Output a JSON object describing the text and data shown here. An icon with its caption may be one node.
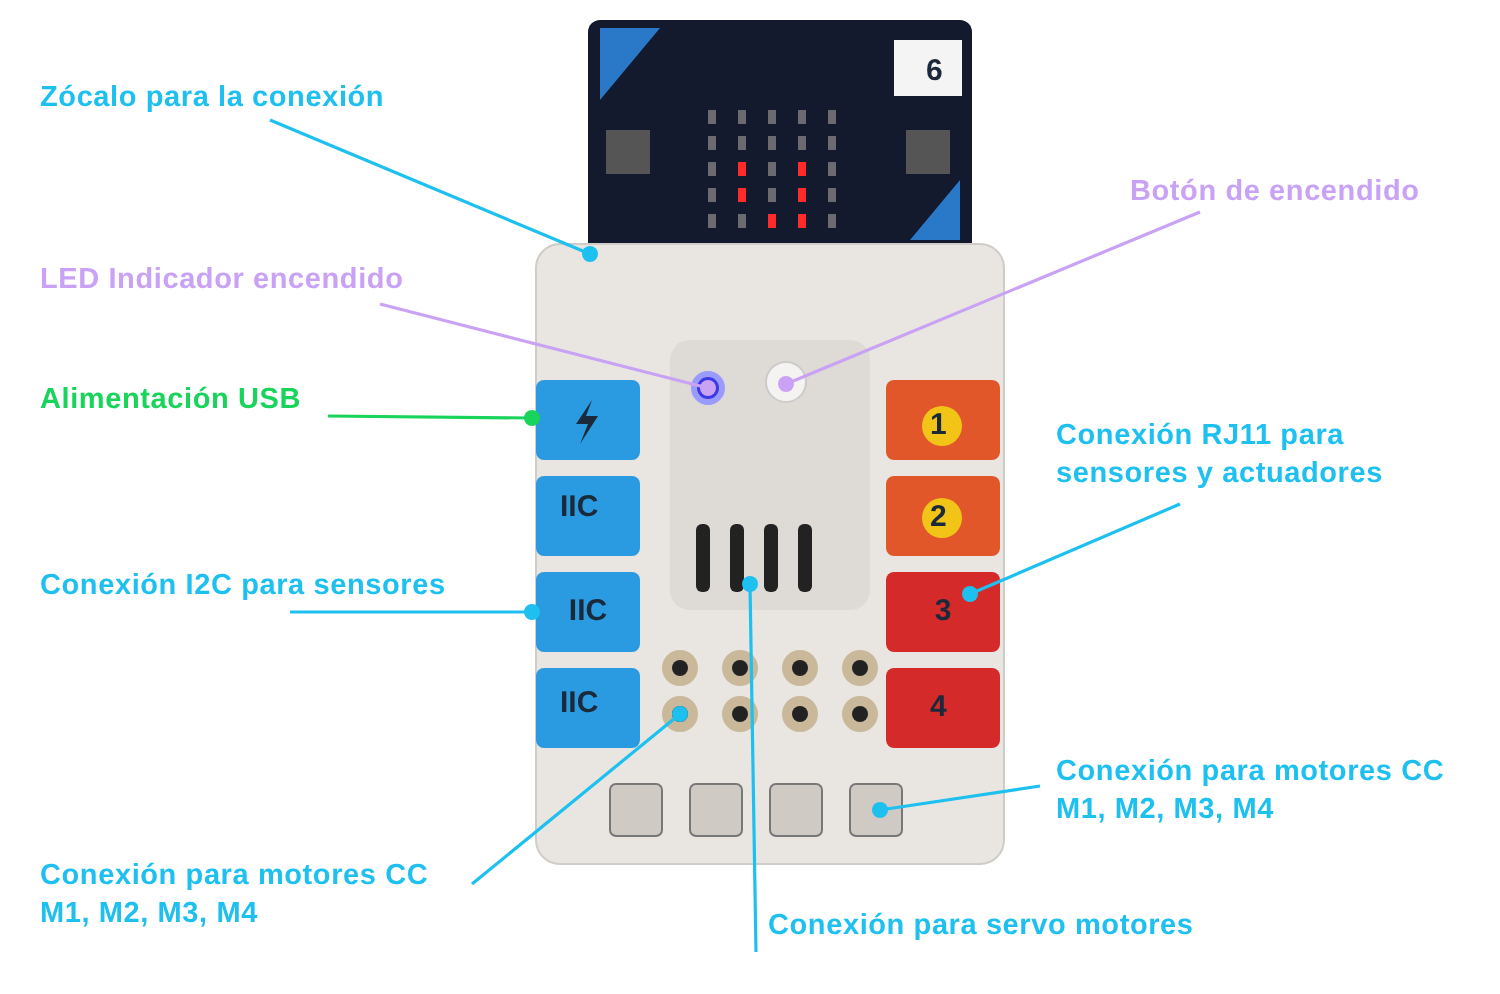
{
  "diagram": {
    "nodes": [
      {
        "text": [
          "Zócalo para la conexión"
        ]
      },
      {
        "text": [
          "Botón de encendido"
        ]
      },
      {
        "text": [
          "LED Indicador encendido"
        ]
      },
      {
        "text": [
          "Alimentación USB"
        ]
      },
      {
        "text": [
          "Conexión RJ11 para sensores y actuadores"
        ]
      },
      {
        "text": [
          "Conexión I2C para sensores"
        ]
      },
      {
        "text": [
          "Conexión para motores CC M1, M2, M3, M4"
        ]
      },
      {
        "text": [
          "Conexión para motores CC M1, M2, M3, M4"
        ]
      },
      {
        "text": [
          "Conexión para servo motores"
        ]
      },
      {
        "text": [
          "3"
        ]
      },
      {
        "text": [
          "IIC"
        ]
      },
      {
        "text": [],
        "shape": "circle"
      }
    ],
    "edges": [
      {
        "from": 0,
        "to": null,
        "arrow": "other"
      },
      {
        "from": 1,
        "to": null,
        "arrow": "other",
        "color": "#c9a2f5"
      },
      {
        "from": 2,
        "to": null,
        "arrow": "other",
        "color": "#c9a2f5"
      },
      {
        "from": 3,
        "to": null,
        "arrow": "other",
        "color": "#19d45a"
      },
      {
        "from": 4,
        "to": 9,
        "arrow": "other"
      },
      {
        "from": 5,
        "to": 10,
        "arrow": "other"
      },
      {
        "from": 6,
        "to": null,
        "arrow": "other"
      },
      {
        "from": 7,
        "to": 11,
        "arrow": "other"
      },
      {
        "from": 8,
        "to": null,
        "arrow": "other"
      }
    ],
    "labels": [
      "6",
      "1",
      "2",
      "4",
      "IIC",
      "IIC"
    ]
  }
}
